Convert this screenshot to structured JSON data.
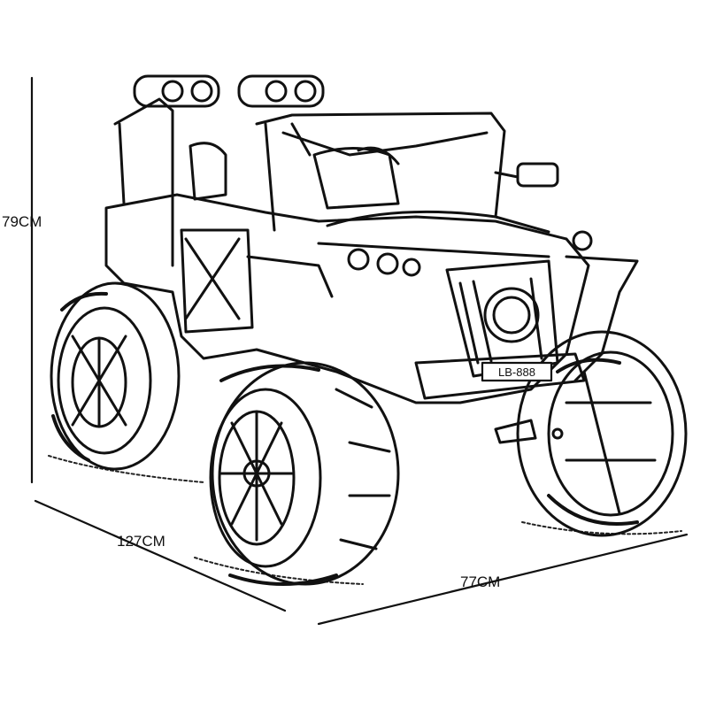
{
  "dimensions": {
    "height": "79CM",
    "length": "127CM",
    "width": "77CM"
  },
  "vehicle": {
    "plate": "LB-888"
  },
  "colors": {
    "ink": "#111111",
    "paper": "#ffffff"
  }
}
